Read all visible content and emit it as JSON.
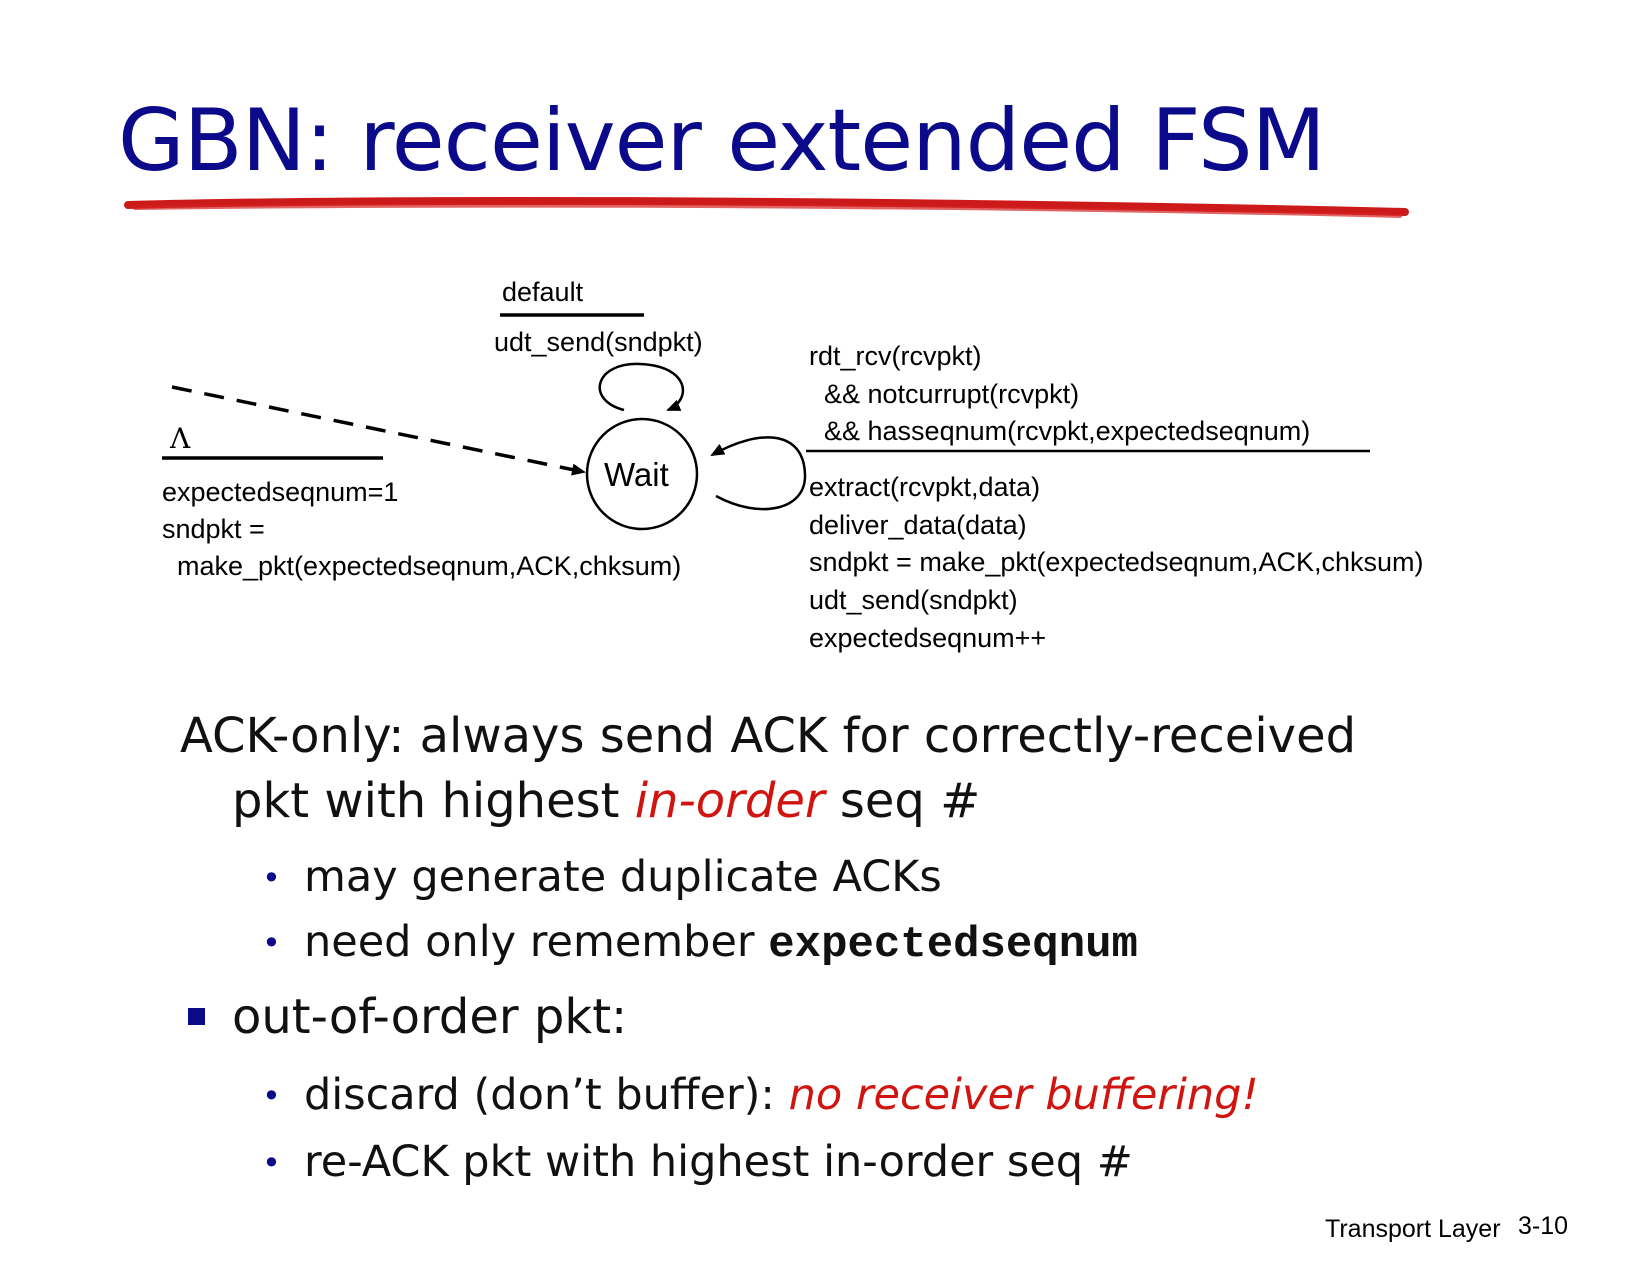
{
  "title": "GBN: receiver extended FSM",
  "fsm": {
    "state": "Wait",
    "self_loop_default": {
      "event": "default",
      "action": "udt_send(sndpkt)"
    },
    "initial": {
      "event": "Λ",
      "actions": [
        "expectedseqnum=1",
        "sndpkt =",
        "  make_pkt(expectedseqnum,ACK,chksum)"
      ]
    },
    "self_loop_inorder": {
      "conditions": [
        "rdt_rcv(rcvpkt)",
        "  && notcurrupt(rcvpkt)",
        "  && hasseqnum(rcvpkt,expectedseqnum)"
      ],
      "actions": [
        "extract(rcvpkt,data)",
        "deliver_data(data)",
        "sndpkt = make_pkt(expectedseqnum,ACK,chksum)",
        "udt_send(sndpkt)",
        "expectedseqnum++"
      ]
    }
  },
  "bullets": {
    "p1_part1": "ACK-only: always send ACK for correctly-received",
    "p1_part2": "pkt with highest ",
    "p1_italic": "in-order",
    "p1_part3": " seq #",
    "sub1": "may generate duplicate ACKs",
    "sub2_text": "need only remember ",
    "sub2_code": "expectedseqnum",
    "p2": "out-of-order pkt:",
    "sub3_text": "discard (don’t buffer): ",
    "sub3_italic": "no receiver buffering!",
    "sub4": "re-ACK pkt with highest in-order seq #"
  },
  "footer": {
    "label": "Transport Layer",
    "page": "3-10"
  },
  "colors": {
    "title": "#0b0a8a",
    "underline": "#cc1a1a",
    "emphasis": "#d0140f",
    "bullet_marker": "#0b0a8a"
  }
}
